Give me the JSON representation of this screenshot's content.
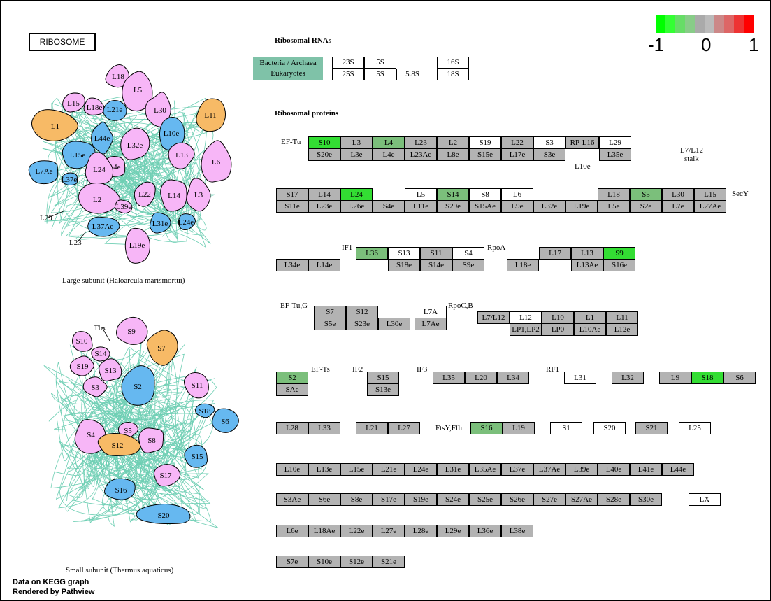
{
  "title": "RIBOSOME",
  "colors": {
    "gene_white": "#ffffff",
    "gene_gray": "#b3b3b3",
    "gene_light_green": "#7bbf7b",
    "gene_bright_green": "#33dd33",
    "pink": "#f7b6f7",
    "blue": "#66b8f0",
    "orange": "#f7ba66",
    "rrna_teal": "#7fc2a8",
    "tangle": "#6fcfb4"
  },
  "legend": {
    "min_label": "-1",
    "mid_label": "0",
    "max_label": "1",
    "colors": [
      "#00ff00",
      "#33ff33",
      "#66dd66",
      "#88cc88",
      "#aaaaaa",
      "#bbbbbb",
      "#cc8888",
      "#dd6666",
      "#ee3333",
      "#ff0000"
    ]
  },
  "rrna": {
    "header": "Ribosomal RNAs",
    "group_label_1": "Bacteria / Archaea",
    "group_label_2": "Eukaryotes",
    "row1": [
      "23S",
      "5S",
      "16S"
    ],
    "row2": [
      "25S",
      "5S",
      "5.8S",
      "18S"
    ]
  },
  "proteins_header": "Ribosomal proteins",
  "large_subunit": {
    "caption": "Large subunit (Haloarcula marismortui)",
    "shapes": [
      {
        "label": "L18",
        "color": "pink"
      },
      {
        "label": "L5",
        "color": "pink"
      },
      {
        "label": "L15",
        "color": "pink"
      },
      {
        "label": "L18e",
        "color": "pink"
      },
      {
        "label": "L21e",
        "color": "blue"
      },
      {
        "label": "L30",
        "color": "pink"
      },
      {
        "label": "L11",
        "color": "orange"
      },
      {
        "label": "L1",
        "color": "orange"
      },
      {
        "label": "L44e",
        "color": "blue"
      },
      {
        "label": "L10e",
        "color": "blue"
      },
      {
        "label": "L32e",
        "color": "pink"
      },
      {
        "label": "L15e",
        "color": "blue"
      },
      {
        "label": "L13",
        "color": "pink"
      },
      {
        "label": "L7Ae",
        "color": "blue"
      },
      {
        "label": "L4e",
        "color": "pink"
      },
      {
        "label": "L24",
        "color": "pink"
      },
      {
        "label": "L6",
        "color": "pink"
      },
      {
        "label": "L37e",
        "color": "blue"
      },
      {
        "label": "L22",
        "color": "pink"
      },
      {
        "label": "L14",
        "color": "pink"
      },
      {
        "label": "L3",
        "color": "pink"
      },
      {
        "label": "L2",
        "color": "pink"
      },
      {
        "label": "L39e",
        "color": "pink"
      },
      {
        "label": "L37Ae",
        "color": "blue"
      },
      {
        "label": "L31e",
        "color": "blue"
      },
      {
        "label": "L24e",
        "color": "blue"
      },
      {
        "label": "L19e",
        "color": "pink"
      }
    ],
    "outer_labels": [
      "L29",
      "L23"
    ]
  },
  "small_subunit": {
    "caption": "Small subunit (Thermus aquaticus)",
    "shapes": [
      {
        "label": "S9",
        "color": "pink"
      },
      {
        "label": "S10",
        "color": "pink"
      },
      {
        "label": "S14",
        "color": "pink"
      },
      {
        "label": "S7",
        "color": "orange"
      },
      {
        "label": "S19",
        "color": "pink"
      },
      {
        "label": "S13",
        "color": "pink"
      },
      {
        "label": "S3",
        "color": "pink"
      },
      {
        "label": "S2",
        "color": "blue"
      },
      {
        "label": "S11",
        "color": "pink"
      },
      {
        "label": "S18",
        "color": "blue"
      },
      {
        "label": "S6",
        "color": "blue"
      },
      {
        "label": "S4",
        "color": "pink"
      },
      {
        "label": "S5",
        "color": "pink"
      },
      {
        "label": "S12",
        "color": "orange"
      },
      {
        "label": "S8",
        "color": "pink"
      },
      {
        "label": "S15",
        "color": "blue"
      },
      {
        "label": "S17",
        "color": "pink"
      },
      {
        "label": "S16",
        "color": "blue"
      },
      {
        "label": "S20",
        "color": "blue"
      }
    ],
    "outer_labels": [
      "Thx"
    ]
  },
  "annotations": {
    "ef_tu": "EF-Tu",
    "l10e": "L10e",
    "l7l12_stalk_1": "L7/L12",
    "l7l12_stalk_2": "stalk",
    "secy": "SecY",
    "if1": "IF1",
    "rpoa": "RpoA",
    "ef_tu_g": "EF-Tu,G",
    "rpoc_b": "RpoC,B",
    "ef_ts": "EF-Ts",
    "if2": "IF2",
    "if3": "IF3",
    "rf1": "RF1",
    "ftsy_ffh": "FtsY,Ffh"
  },
  "gene_boxes": [
    {
      "label": "S10",
      "color": "gb"
    },
    {
      "label": "L3",
      "color": "gy"
    },
    {
      "label": "L4",
      "color": "gl"
    },
    {
      "label": "L23",
      "color": "gy"
    },
    {
      "label": "L2",
      "color": "gy"
    },
    {
      "label": "S19",
      "color": "wh"
    },
    {
      "label": "L22",
      "color": "gy"
    },
    {
      "label": "S3",
      "color": "wh"
    },
    {
      "label": "RP-L16",
      "color": "gy"
    },
    {
      "label": "L29",
      "color": "wh"
    },
    {
      "label": "S20e",
      "color": "gy"
    },
    {
      "label": "L3e",
      "color": "gy"
    },
    {
      "label": "L4e",
      "color": "gy"
    },
    {
      "label": "L23Ae",
      "color": "gy"
    },
    {
      "label": "L8e",
      "color": "gy"
    },
    {
      "label": "S15e",
      "color": "gy"
    },
    {
      "label": "L17e",
      "color": "gy"
    },
    {
      "label": "S3e",
      "color": "gy"
    },
    {
      "label": "L35e",
      "color": "gy"
    },
    {
      "label": "S17",
      "color": "gy"
    },
    {
      "label": "L14",
      "color": "gy"
    },
    {
      "label": "L24",
      "color": "gb"
    },
    {
      "label": "L5",
      "color": "wh"
    },
    {
      "label": "S14",
      "color": "gl"
    },
    {
      "label": "S8",
      "color": "wh"
    },
    {
      "label": "L6",
      "color": "wh"
    },
    {
      "label": "L18",
      "color": "gy"
    },
    {
      "label": "S5",
      "color": "gl"
    },
    {
      "label": "L30",
      "color": "gy"
    },
    {
      "label": "L15",
      "color": "gy"
    },
    {
      "label": "S11e",
      "color": "gy"
    },
    {
      "label": "L23e",
      "color": "gy"
    },
    {
      "label": "L26e",
      "color": "gy"
    },
    {
      "label": "S4e",
      "color": "gy"
    },
    {
      "label": "L11e",
      "color": "gy"
    },
    {
      "label": "S29e",
      "color": "gy"
    },
    {
      "label": "S15Ae",
      "color": "gy"
    },
    {
      "label": "L9e",
      "color": "gy"
    },
    {
      "label": "L32e",
      "color": "gy"
    },
    {
      "label": "L19e",
      "color": "gy"
    },
    {
      "label": "L5e",
      "color": "gy"
    },
    {
      "label": "S2e",
      "color": "gy"
    },
    {
      "label": "L7e",
      "color": "gy"
    },
    {
      "label": "L27Ae",
      "color": "gy"
    },
    {
      "label": "L36",
      "color": "gl"
    },
    {
      "label": "S13",
      "color": "wh"
    },
    {
      "label": "S11",
      "color": "gy"
    },
    {
      "label": "S4",
      "color": "wh"
    },
    {
      "label": "L17",
      "color": "gy"
    },
    {
      "label": "L13",
      "color": "gy"
    },
    {
      "label": "S9",
      "color": "gb"
    },
    {
      "label": "L34e",
      "color": "gy"
    },
    {
      "label": "L14e",
      "color": "gy"
    },
    {
      "label": "S18e",
      "color": "gy"
    },
    {
      "label": "S14e",
      "color": "gy"
    },
    {
      "label": "S9e",
      "color": "gy"
    },
    {
      "label": "L18e",
      "color": "gy"
    },
    {
      "label": "L13Ae",
      "color": "gy"
    },
    {
      "label": "S16e",
      "color": "gy"
    },
    {
      "label": "S7",
      "color": "gy"
    },
    {
      "label": "S12",
      "color": "gy"
    },
    {
      "label": "L7A",
      "color": "wh"
    },
    {
      "label": "L7/L12",
      "color": "gy"
    },
    {
      "label": "L12",
      "color": "wh"
    },
    {
      "label": "L10",
      "color": "gy"
    },
    {
      "label": "L1",
      "color": "gy"
    },
    {
      "label": "L11",
      "color": "gy"
    },
    {
      "label": "S5e",
      "color": "gy"
    },
    {
      "label": "S23e",
      "color": "gy"
    },
    {
      "label": "L30e",
      "color": "gy"
    },
    {
      "label": "L7Ae",
      "color": "gy"
    },
    {
      "label": "LP1,LP2",
      "color": "gy"
    },
    {
      "label": "LP0",
      "color": "gy"
    },
    {
      "label": "L10Ae",
      "color": "gy"
    },
    {
      "label": "L12e",
      "color": "gy"
    },
    {
      "label": "S2",
      "color": "gl"
    },
    {
      "label": "S15",
      "color": "gy"
    },
    {
      "label": "L35",
      "color": "gy"
    },
    {
      "label": "L20",
      "color": "gy"
    },
    {
      "label": "L34",
      "color": "gy"
    },
    {
      "label": "L31",
      "color": "wh"
    },
    {
      "label": "L32",
      "color": "gy"
    },
    {
      "label": "L9",
      "color": "gy"
    },
    {
      "label": "S18",
      "color": "gb"
    },
    {
      "label": "S6",
      "color": "gy"
    },
    {
      "label": "SAe",
      "color": "gy"
    },
    {
      "label": "S13e",
      "color": "gy"
    },
    {
      "label": "L28",
      "color": "gy"
    },
    {
      "label": "L33",
      "color": "gy"
    },
    {
      "label": "L21",
      "color": "gy"
    },
    {
      "label": "L27",
      "color": "gy"
    },
    {
      "label": "S16",
      "color": "gl"
    },
    {
      "label": "L19",
      "color": "gy"
    },
    {
      "label": "S1",
      "color": "wh"
    },
    {
      "label": "S20",
      "color": "wh"
    },
    {
      "label": "S21",
      "color": "gy"
    },
    {
      "label": "L25",
      "color": "wh"
    },
    {
      "label": "L10e",
      "color": "gy"
    },
    {
      "label": "L13e",
      "color": "gy"
    },
    {
      "label": "L15e",
      "color": "gy"
    },
    {
      "label": "L21e",
      "color": "gy"
    },
    {
      "label": "L24e",
      "color": "gy"
    },
    {
      "label": "L31e",
      "color": "gy"
    },
    {
      "label": "L35Ae",
      "color": "gy"
    },
    {
      "label": "L37e",
      "color": "gy"
    },
    {
      "label": "L37Ae",
      "color": "gy"
    },
    {
      "label": "L39e",
      "color": "gy"
    },
    {
      "label": "L40e",
      "color": "gy"
    },
    {
      "label": "L41e",
      "color": "gy"
    },
    {
      "label": "L44e",
      "color": "gy"
    },
    {
      "label": "S3Ae",
      "color": "gy"
    },
    {
      "label": "S6e",
      "color": "gy"
    },
    {
      "label": "S8e",
      "color": "gy"
    },
    {
      "label": "S17e",
      "color": "gy"
    },
    {
      "label": "S19e",
      "color": "gy"
    },
    {
      "label": "S24e",
      "color": "gy"
    },
    {
      "label": "S25e",
      "color": "gy"
    },
    {
      "label": "S26e",
      "color": "gy"
    },
    {
      "label": "S27e",
      "color": "gy"
    },
    {
      "label": "S27Ae",
      "color": "gy"
    },
    {
      "label": "S28e",
      "color": "gy"
    },
    {
      "label": "S30e",
      "color": "gy"
    },
    {
      "label": "LX",
      "color": "wh"
    },
    {
      "label": "L6e",
      "color": "gy"
    },
    {
      "label": "L18Ae",
      "color": "gy"
    },
    {
      "label": "L22e",
      "color": "gy"
    },
    {
      "label": "L27e",
      "color": "gy"
    },
    {
      "label": "L28e",
      "color": "gy"
    },
    {
      "label": "L29e",
      "color": "gy"
    },
    {
      "label": "L36e",
      "color": "gy"
    },
    {
      "label": "L38e",
      "color": "gy"
    },
    {
      "label": "S7e",
      "color": "gy"
    },
    {
      "label": "S10e",
      "color": "gy"
    },
    {
      "label": "S12e",
      "color": "gy"
    },
    {
      "label": "S21e",
      "color": "gy"
    }
  ],
  "footer": {
    "line1": "Data on KEGG graph",
    "line2": "Rendered by Pathview"
  }
}
